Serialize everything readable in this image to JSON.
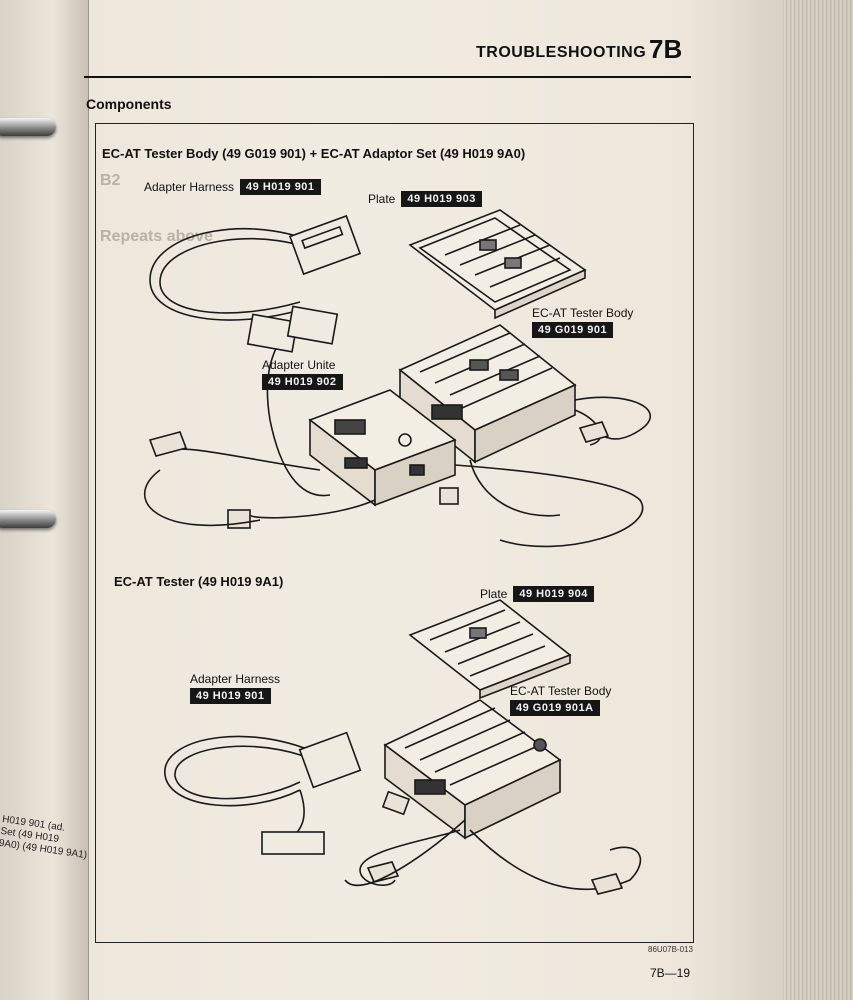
{
  "header": {
    "title": "TROUBLESHOOTING",
    "chapter": "7B"
  },
  "section": {
    "title": "Components"
  },
  "set1": {
    "title": "EC-AT Tester Body (49 G019 901) + EC-AT Adaptor Set (49 H019 9A0)",
    "adapter_harness": {
      "label": "Adapter Harness",
      "part": "49 H019 901"
    },
    "plate": {
      "label": "Plate",
      "part": "49 H019 903"
    },
    "tester_body": {
      "label": "EC-AT Tester Body",
      "part": "49 G019 901"
    },
    "adapter_unite": {
      "label": "Adapter Unite",
      "part": "49 H019 902"
    }
  },
  "set2": {
    "title": "EC-AT Tester (49 H019 9A1)",
    "plate": {
      "label": "Plate",
      "part": "49 H019 904"
    },
    "adapter_harness": {
      "label": "Adapter Harness",
      "part": "49 H019 901"
    },
    "tester_body": {
      "label": "EC-AT Tester Body",
      "part": "49 G019 901A"
    }
  },
  "footer": {
    "ref": "86U07B-013",
    "page": "7B—19"
  },
  "left_page": {
    "text": "H019 901 (ad.\nSet (49 H019\n9A0) (49 H019 9A1)"
  }
}
